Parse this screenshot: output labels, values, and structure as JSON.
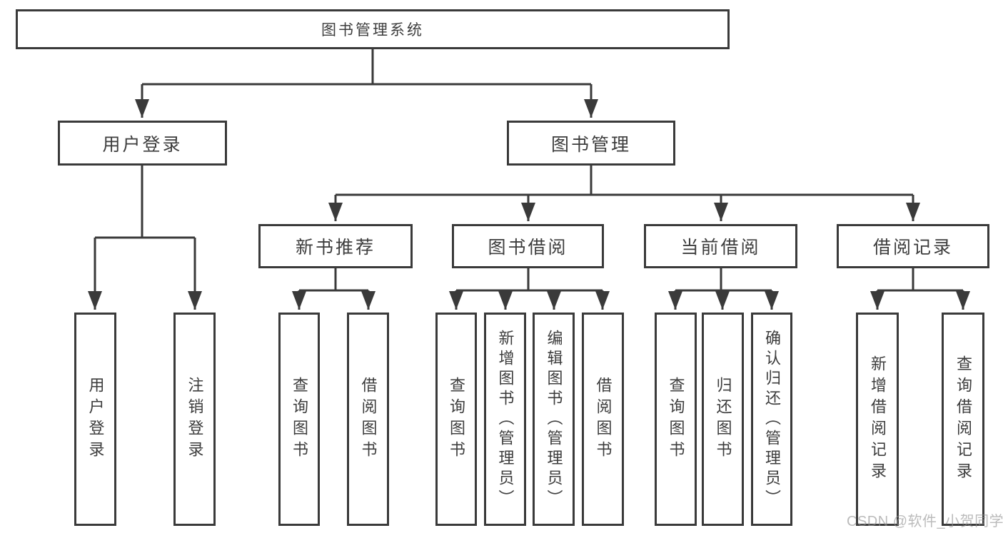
{
  "diagram": {
    "type": "hierarchy-tree",
    "colors": {
      "line": "#3a3a3a",
      "text": "#3d3d3d",
      "background": "#ffffff",
      "watermark_gray": "#919191"
    }
  },
  "tree": {
    "root": {
      "label": "图书管理系统",
      "children": [
        {
          "label": "用户登录",
          "children": [
            {
              "label": "用户登录"
            },
            {
              "label": "注销登录"
            }
          ]
        },
        {
          "label": "图书管理",
          "children": [
            {
              "label": "新书推荐",
              "children": [
                {
                  "label": "查询图书"
                },
                {
                  "label": "借阅图书"
                }
              ]
            },
            {
              "label": "图书借阅",
              "children": [
                {
                  "label": "查询图书"
                },
                {
                  "label": "新增图书（管理员）"
                },
                {
                  "label": "编辑图书（管理员）"
                },
                {
                  "label": "借阅图书"
                }
              ]
            },
            {
              "label": "当前借阅",
              "children": [
                {
                  "label": "查询图书"
                },
                {
                  "label": "归还图书"
                },
                {
                  "label": "确认归还（管理员）"
                }
              ]
            },
            {
              "label": "借阅记录",
              "children": [
                {
                  "label": "新增借阅记录"
                },
                {
                  "label": "查询借阅记录"
                }
              ]
            }
          ]
        }
      ]
    }
  },
  "watermark": {
    "text": "CSDN @软件_小贺同学"
  }
}
